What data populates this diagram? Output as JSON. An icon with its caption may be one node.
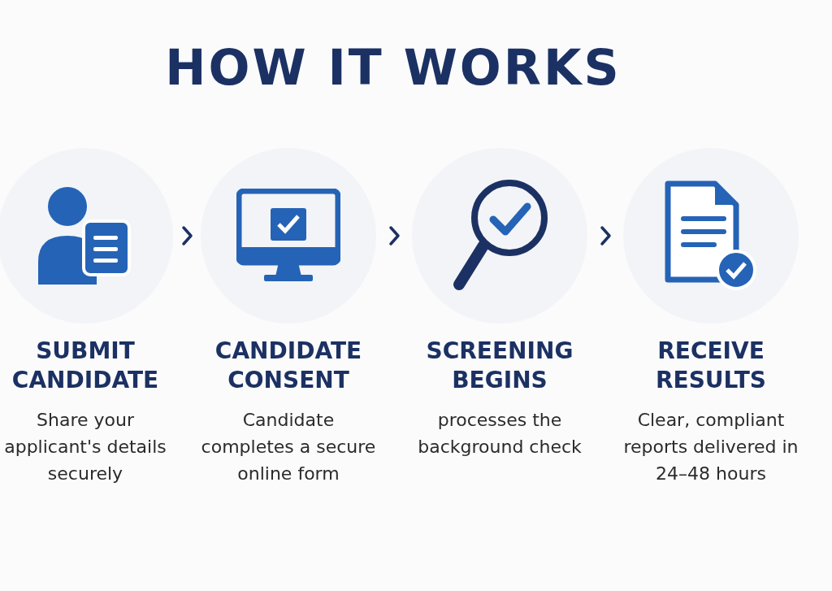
{
  "diagram": {
    "title": "HOW IT WORKS",
    "nodes": [
      {
        "text": [
          "SUBMIT CANDIDATE",
          "Share your applicant's details securely"
        ]
      },
      {
        "text": [
          "CANDIDATE CONSENT",
          "Candidate completes a secure online form"
        ]
      },
      {
        "text": [
          "SCREENING BEGINS",
          "processes the background check"
        ]
      },
      {
        "text": [
          "RECEIVE RESULTS",
          "Clear, compliant reports delivered in 24–48 hours"
        ]
      }
    ],
    "edges": [
      {
        "from": 0,
        "to": 1,
        "arrow": "to"
      },
      {
        "from": 1,
        "to": 2,
        "arrow": "to"
      },
      {
        "from": 2,
        "to": 3,
        "arrow": "to"
      }
    ]
  }
}
